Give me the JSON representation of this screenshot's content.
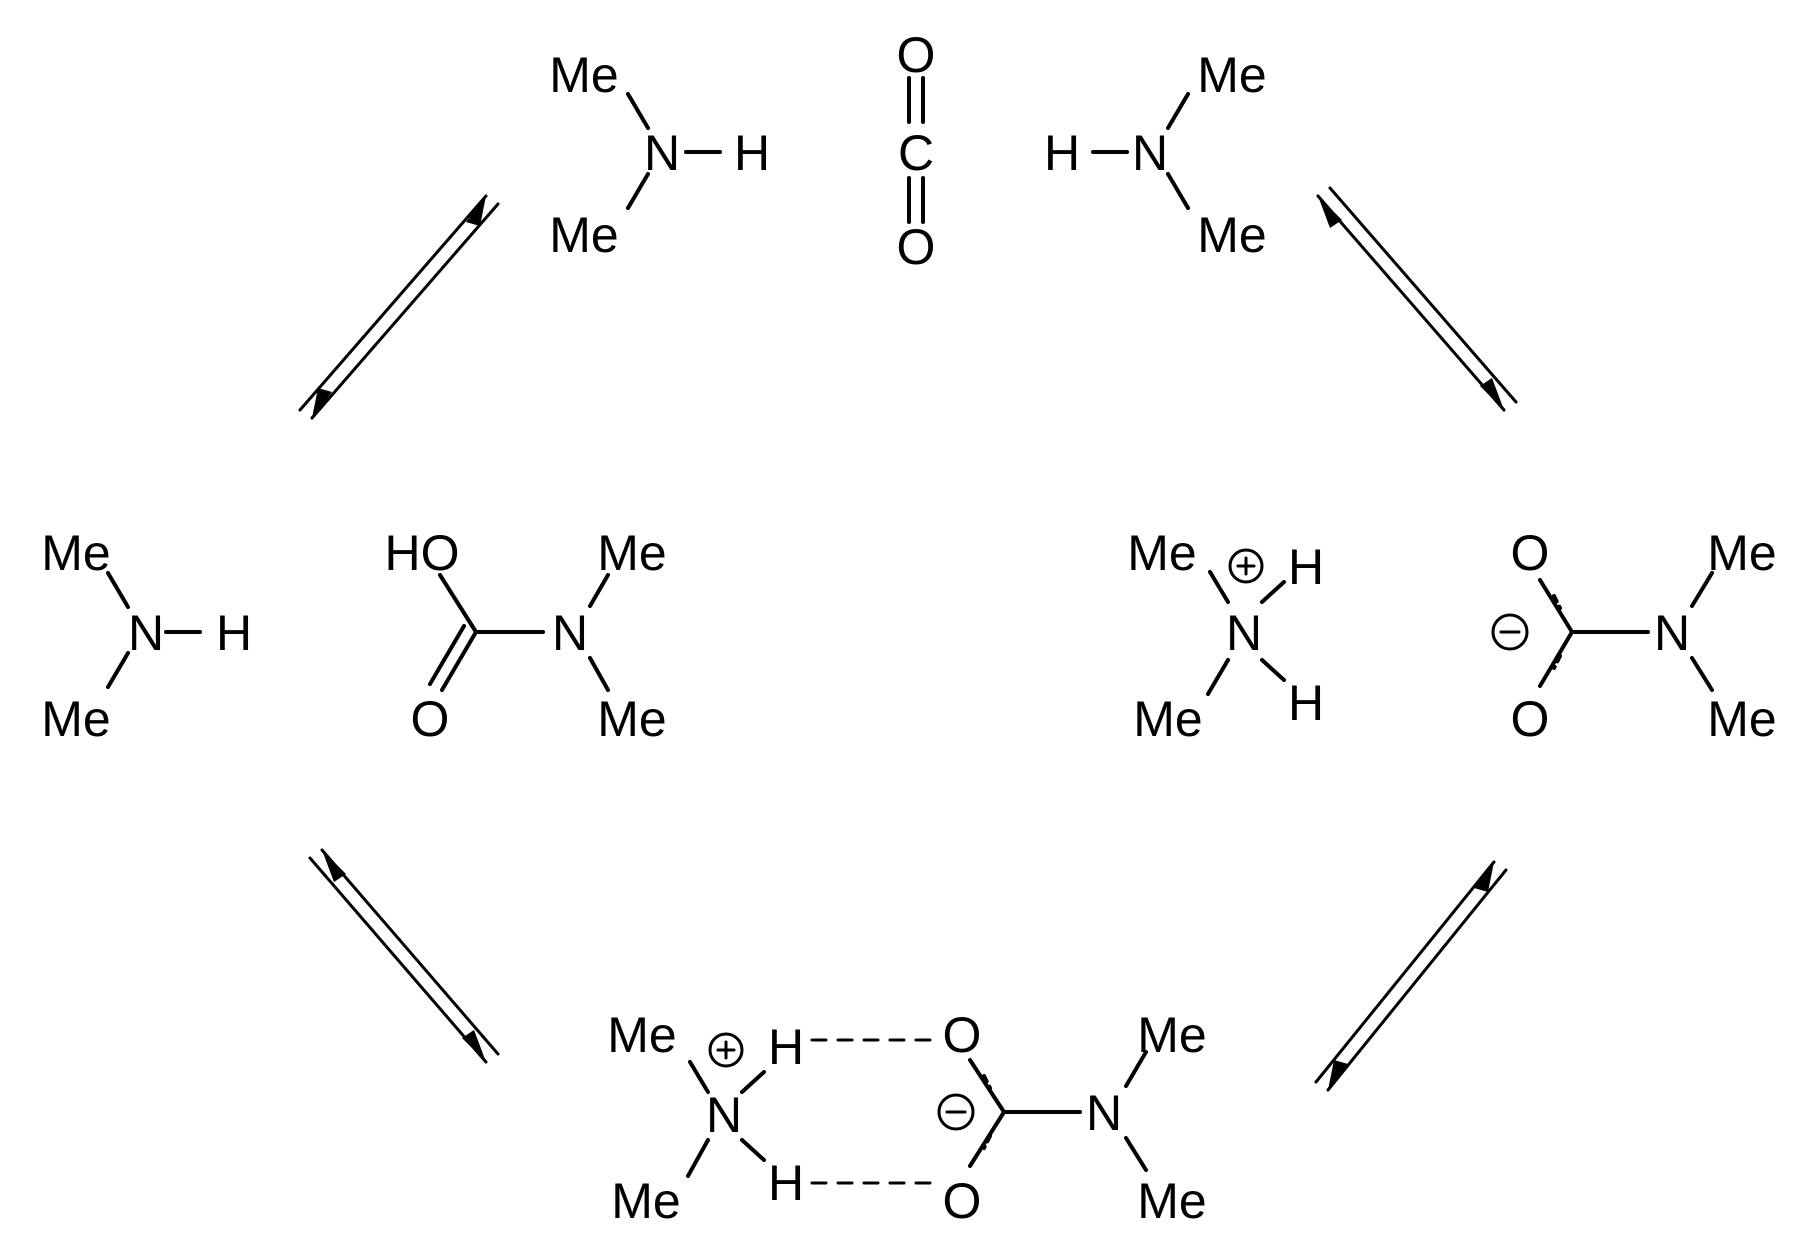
{
  "labels": {
    "me": "Me",
    "n": "N",
    "h": "H",
    "c": "C",
    "o": "O",
    "ho": "HO",
    "plus": "+",
    "minus": "−"
  },
  "colors": {
    "ink": "#000000",
    "background": "#ffffff"
  },
  "diagram": {
    "type": "reaction-cycle",
    "species": [
      "Me2NH + CO2 + Me2NH",
      "Me2NH + Me2N-COOH",
      "Me2NH2+ + Me2N-CO2-",
      "Me2NH2+ ... Me2N-CO2- (hydrogen-bonded ion pair)"
    ],
    "arrows": [
      "equilibrium-left-upper",
      "equilibrium-right-upper",
      "equilibrium-left-lower",
      "equilibrium-right-lower"
    ]
  }
}
